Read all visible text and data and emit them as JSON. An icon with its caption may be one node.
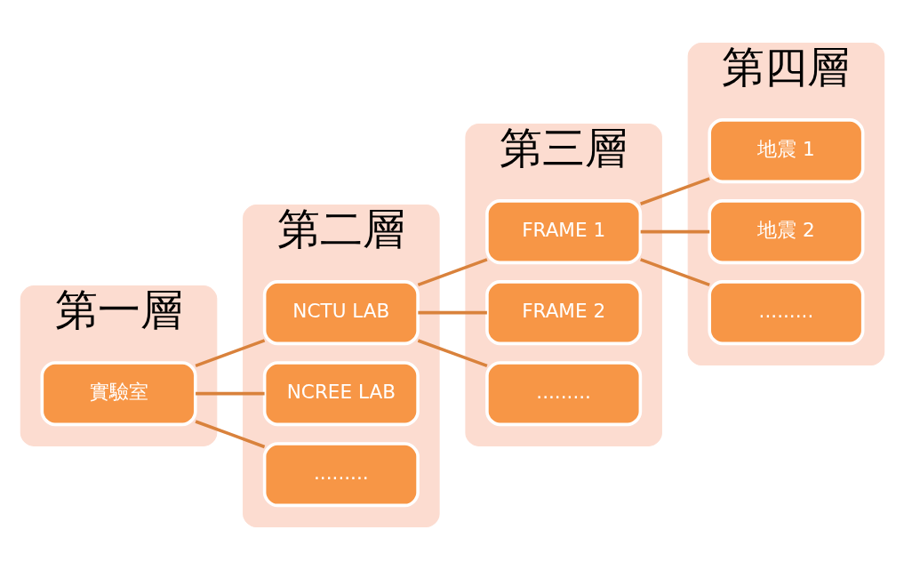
{
  "diagram": {
    "nodes": [
      {
        "text": [
          "第一層"
        ]
      },
      {
        "text": [
          "實驗室"
        ],
        "in": 0
      },
      {
        "text": [
          "第二層"
        ]
      },
      {
        "text": [
          "NCTU LAB"
        ],
        "in": 2
      },
      {
        "text": [
          "NCREE LAB"
        ],
        "in": 2
      },
      {
        "text": [
          "........."
        ],
        "in": 2
      },
      {
        "text": [
          "第三層"
        ]
      },
      {
        "text": [
          "FRAME 1"
        ],
        "in": 6
      },
      {
        "text": [
          "FRAME 2"
        ],
        "in": 6
      },
      {
        "text": [
          "........."
        ],
        "in": 6
      },
      {
        "text": [
          "第四層"
        ]
      },
      {
        "text": [
          "地震 1"
        ],
        "in": 10
      },
      {
        "text": [
          "地震 2"
        ],
        "in": 10
      },
      {
        "text": [
          "........."
        ],
        "in": 10
      }
    ],
    "edges": [
      {
        "from": 1,
        "to": 3,
        "arrow": "none"
      },
      {
        "from": 1,
        "to": 4,
        "arrow": "none"
      },
      {
        "from": 1,
        "to": 5,
        "arrow": "none"
      },
      {
        "from": 3,
        "to": 7,
        "arrow": "none"
      },
      {
        "from": 3,
        "to": 8,
        "arrow": "none"
      },
      {
        "from": 3,
        "to": 9,
        "arrow": "none"
      },
      {
        "from": 7,
        "to": 11,
        "arrow": "none"
      },
      {
        "from": 7,
        "to": 12,
        "arrow": "none"
      },
      {
        "from": 7,
        "to": 13,
        "arrow": "none"
      }
    ]
  }
}
